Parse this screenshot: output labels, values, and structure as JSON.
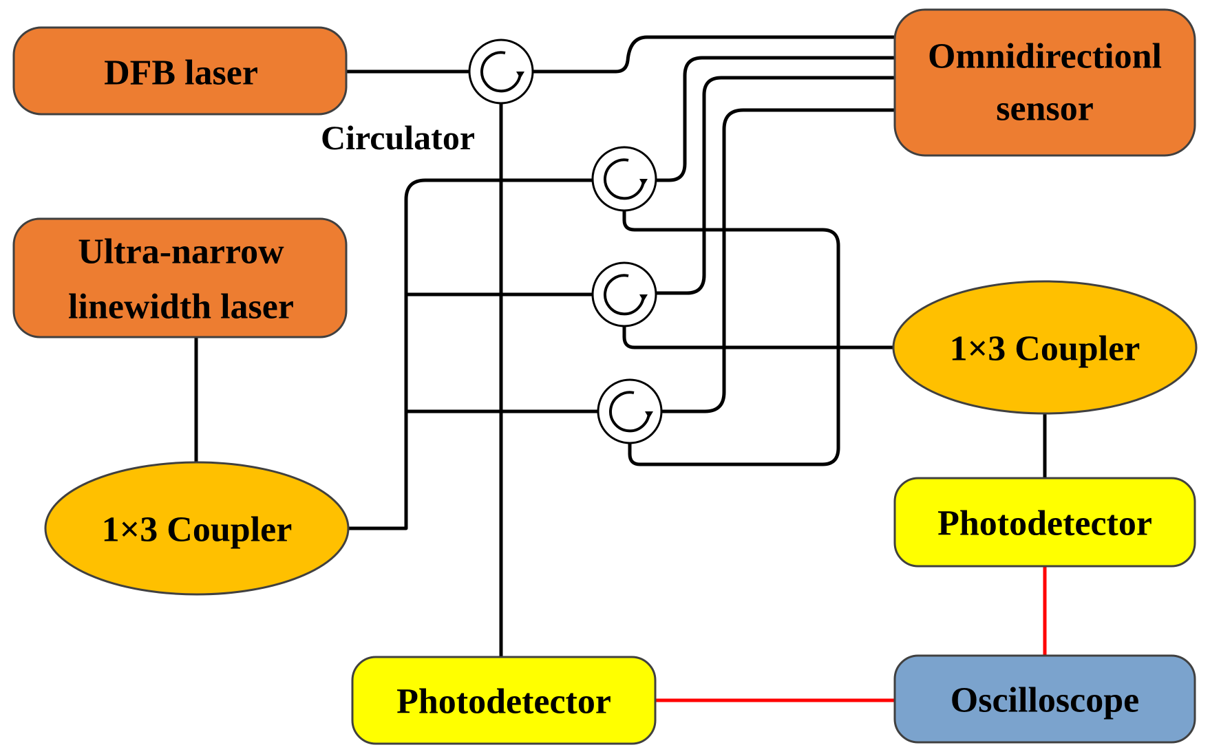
{
  "colors": {
    "laser_fill": "#ED7D31",
    "coupler_fill": "#FFC000",
    "photodetector_fill": "#FFFF00",
    "oscilloscope_fill": "#7BA3CD",
    "fiber_line": "#000000",
    "electrical_line": "#FF0000"
  },
  "nodes": {
    "dfb_laser": {
      "line1": "DFB laser"
    },
    "ultra_laser": {
      "line1": "Ultra-narrow",
      "line2": "linewidth laser"
    },
    "coupler_left": {
      "line1": "1×3 Coupler"
    },
    "coupler_right": {
      "line1": "1×3 Coupler"
    },
    "omni_sensor": {
      "line1": "Omnidirectionl",
      "line2": "sensor"
    },
    "photodetector_bottom": {
      "line1": "Photodetector"
    },
    "photodetector_right": {
      "line1": "Photodetector"
    },
    "oscilloscope": {
      "line1": "Oscilloscope"
    }
  },
  "labels": {
    "circulator": "Circulator"
  },
  "icons": {
    "circulator": "circulator-icon"
  }
}
